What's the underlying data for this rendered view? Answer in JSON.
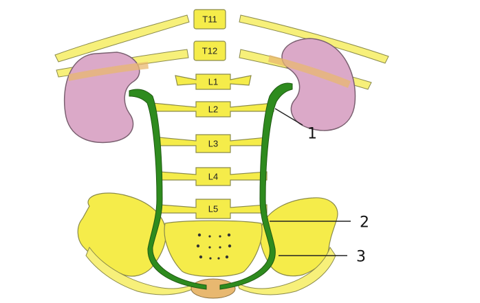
{
  "vertebrae": {
    "t11": "T11",
    "t12": "T12",
    "l1": "L1",
    "l2": "L2",
    "l3": "L3",
    "l4": "L4",
    "l5": "L5"
  },
  "callouts": {
    "one": "1",
    "two": "2",
    "three": "3"
  },
  "colors": {
    "bone": "#f5ec4a",
    "kidney": "#dba9c8",
    "ureter": "#2e8b1e"
  }
}
